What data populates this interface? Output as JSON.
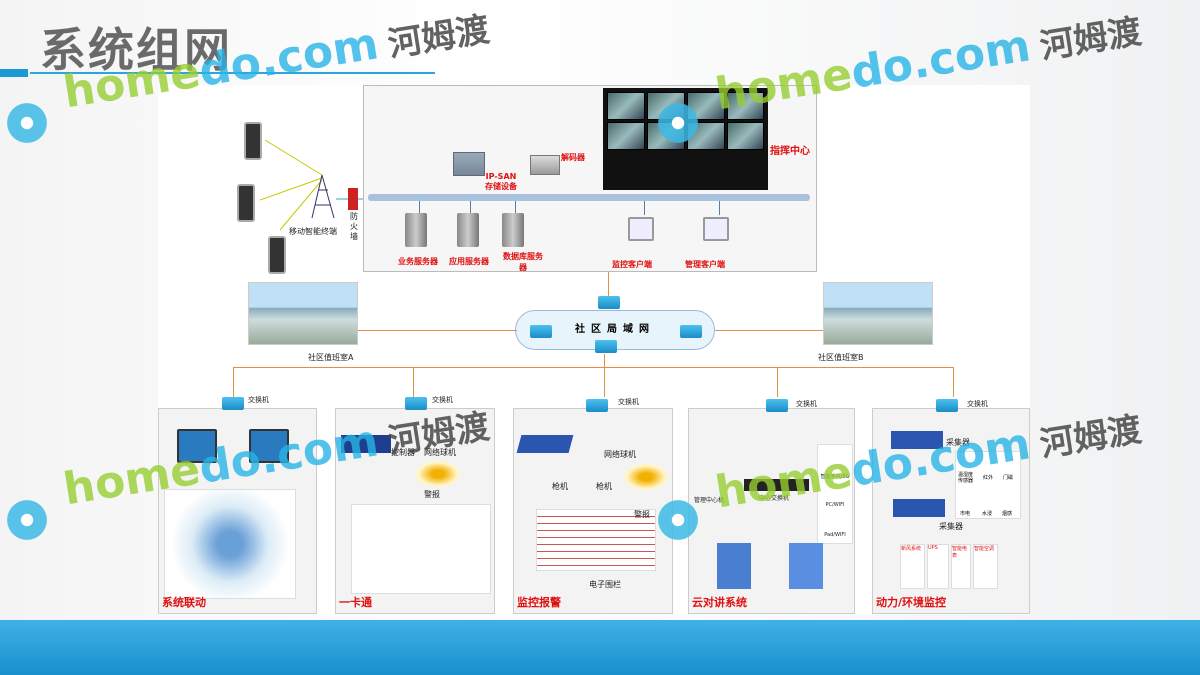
{
  "title": "系统组网",
  "watermark": {
    "text": "homedo.com",
    "brand": "河姆渡"
  },
  "command_center": {
    "label": "指挥中心",
    "decoder": "解码器",
    "storage": [
      "IP-SAN",
      "存储设备"
    ],
    "servers": [
      "业务服务器",
      "应用服务器",
      "数据库服务器"
    ],
    "clients": [
      "监控客户端",
      "管理客户端"
    ],
    "firewall": "防火墙",
    "mobile": "移动智能终端"
  },
  "network": {
    "lan": "社区局域网",
    "room_a": "社区值班室A",
    "room_b": "社区值班室B",
    "switch": "交换机"
  },
  "panels": [
    {
      "label": "系统联动"
    },
    {
      "label": "一卡通",
      "items": [
        "控制器",
        "网络球机",
        "警报"
      ]
    },
    {
      "label": "监控报警",
      "items": [
        "网络球机",
        "枪机",
        "枪机",
        "电子围栏",
        "警报"
      ]
    },
    {
      "label": "云对讲系统",
      "items": [
        "管理中心机",
        "中心交换机",
        "智能手机/3G",
        "PC/WIFI",
        "Pad/WIFI"
      ]
    },
    {
      "label": "动力/环境监控",
      "items": [
        "采集器",
        "采集器",
        "温湿度传感器",
        "红外",
        "门磁",
        "市电",
        "水浸",
        "烟感",
        "新风系统",
        "UPS",
        "智能电表",
        "智能空调"
      ]
    }
  ],
  "colors": {
    "accent": "#1b9ad6",
    "label_red": "#e01010",
    "link": "#e09040"
  }
}
